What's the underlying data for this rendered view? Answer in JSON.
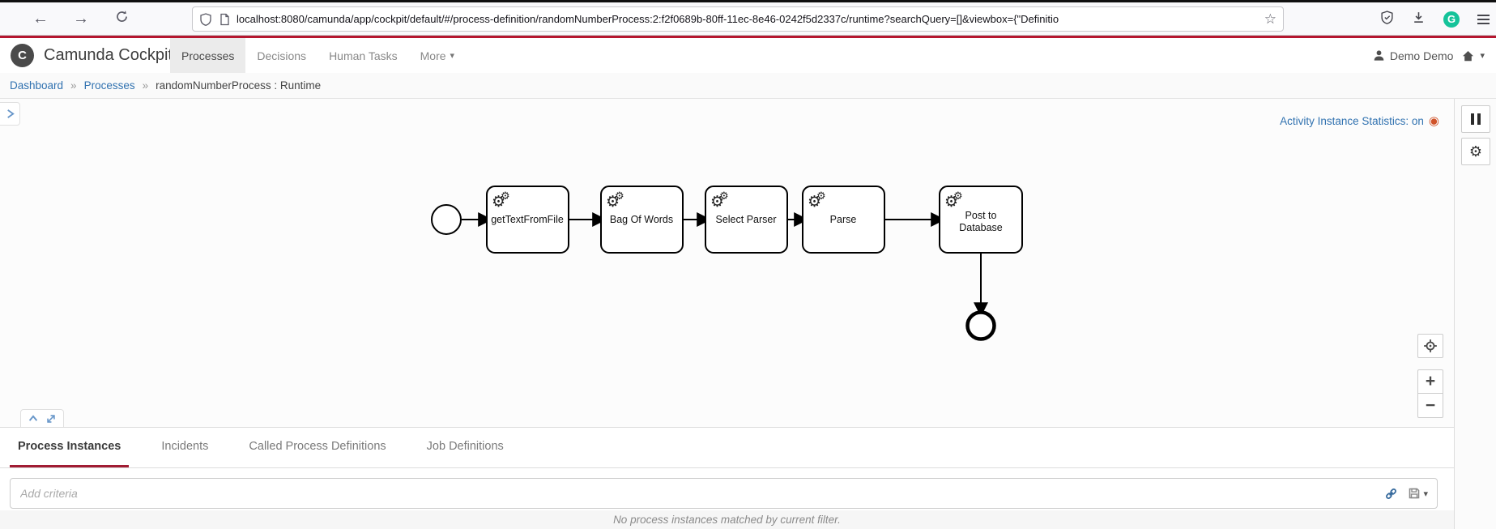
{
  "browser": {
    "url": "localhost:8080/camunda/app/cockpit/default/#/process-definition/randomNumberProcess:2:f2f0689b-80ff-11ec-8e46-0242f5d2337c/runtime?searchQuery=[]&viewbox={\"Definitio",
    "grammarly_letter": "G"
  },
  "icons": {
    "back": "←",
    "forward": "→",
    "star": "☆",
    "caret_down": "▾",
    "separator": "»",
    "gear": "⚙",
    "service_task_gear": "⚙",
    "record_on": "◉",
    "plus": "+",
    "minus": "−"
  },
  "header": {
    "brand_letter": "C",
    "title": "Camunda Cockpit",
    "nav": [
      {
        "label": "Processes",
        "active": true
      },
      {
        "label": "Decisions",
        "active": false
      },
      {
        "label": "Human Tasks",
        "active": false
      },
      {
        "label": "More",
        "active": false
      }
    ],
    "user": "Demo Demo"
  },
  "breadcrumb": {
    "items": [
      "Dashboard",
      "Processes",
      "randomNumberProcess : Runtime"
    ]
  },
  "diagram": {
    "statistics_link": "Activity Instance Statistics: on",
    "tasks": [
      {
        "label": "getTextFromFile"
      },
      {
        "label": "Bag Of Words"
      },
      {
        "label": "Select Parser"
      },
      {
        "label": "Parse"
      },
      {
        "line1": "Post to",
        "line2": "Database"
      }
    ]
  },
  "tabs": [
    {
      "label": "Process Instances",
      "active": true
    },
    {
      "label": "Incidents",
      "active": false
    },
    {
      "label": "Called Process Definitions",
      "active": false
    },
    {
      "label": "Job Definitions",
      "active": false
    }
  ],
  "filter": {
    "placeholder": "Add criteria"
  },
  "empty_message": "No process instances matched by current filter.",
  "colors": {
    "brand_red": "#b5162f",
    "tab_underline_red": "#a11c33",
    "link_blue": "#3172b0",
    "record_orange": "#d0532a",
    "grammarly_green": "#15c39a"
  }
}
